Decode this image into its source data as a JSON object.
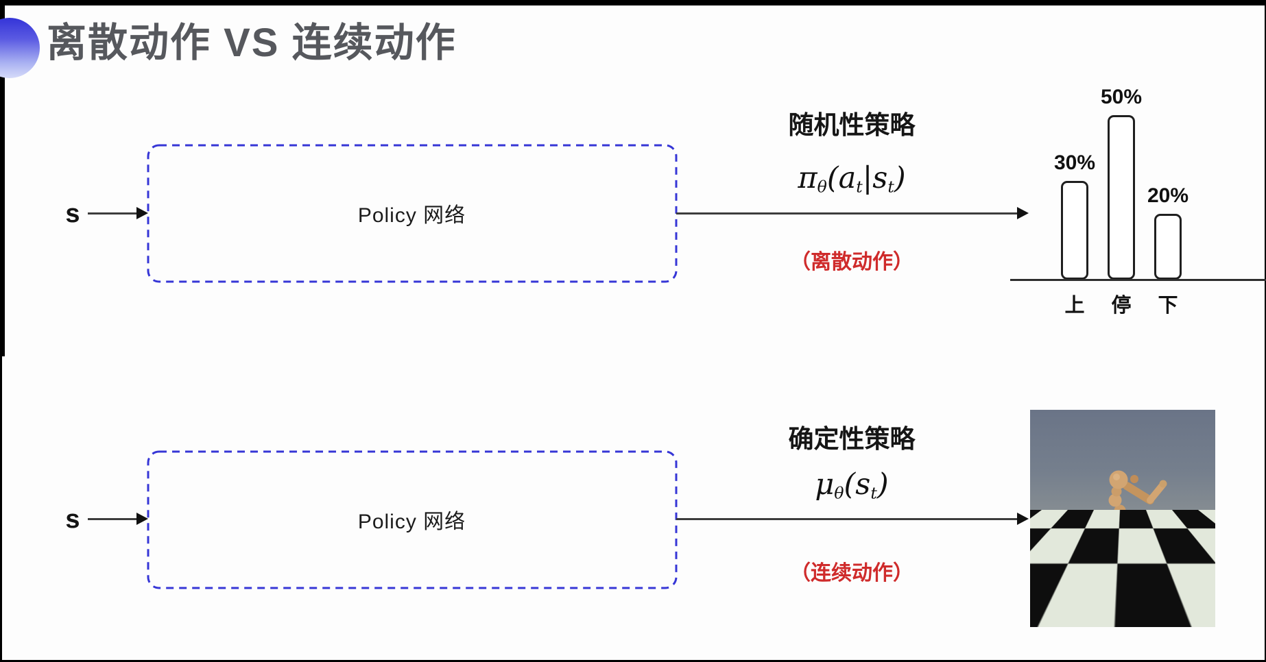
{
  "title": {
    "text": "离散动作 VS 连续动作"
  },
  "colors": {
    "accent_blue": "#3636d6",
    "box_dash_blue": "#3636d6",
    "note_red": "#cf2b2b",
    "title_gray": "#56585d"
  },
  "rows": [
    {
      "input_label": "s",
      "box_label": "Policy 网络",
      "policy_type": "随机性策略",
      "formula": {
        "base": "π",
        "base_sub": "θ",
        "p1": "(a",
        "s1": "t",
        "p2": "|s",
        "s2": "t",
        "p3": ")"
      },
      "action_note": "（离散动作）"
    },
    {
      "input_label": "s",
      "box_label": "Policy 网络",
      "policy_type": "确定性策略",
      "formula": {
        "base": "μ",
        "base_sub": "θ",
        "p1": "(s",
        "s1": "t",
        "p2": ")"
      },
      "action_note": "（连续动作）"
    }
  ],
  "chart_data": {
    "type": "bar",
    "categories": [
      "上",
      "停",
      "下"
    ],
    "values": [
      30,
      50,
      20
    ],
    "value_labels": [
      "30%",
      "50%",
      "20%"
    ],
    "title": "",
    "xlabel": "",
    "ylabel": "",
    "ylim": [
      0,
      60
    ],
    "grid": false,
    "legend": false,
    "bar_style": "outlined-rounded-white"
  }
}
